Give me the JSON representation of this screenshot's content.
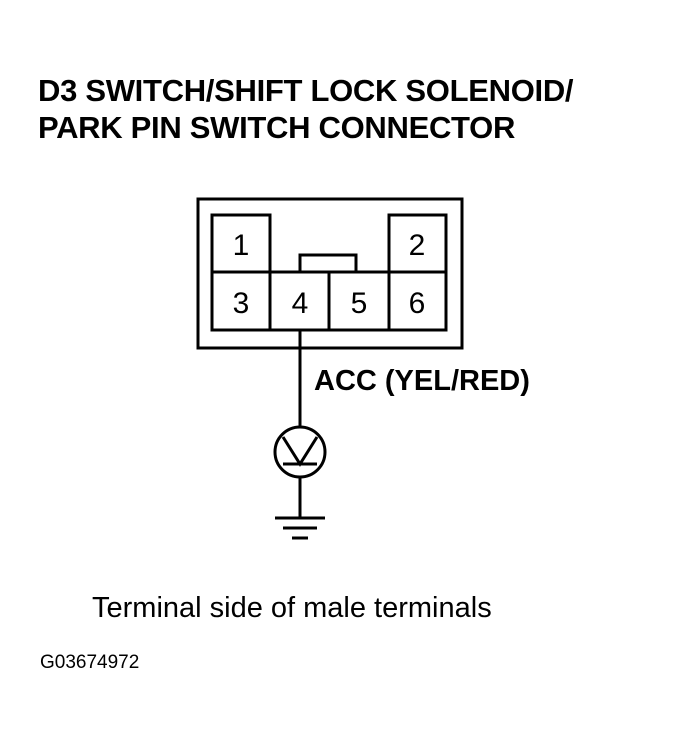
{
  "title": {
    "line1": "D3 SWITCH/SHIFT LOCK SOLENOID/",
    "line2": "PARK PIN SWITCH CONNECTOR"
  },
  "connector": {
    "pins": [
      {
        "id": "1",
        "label": "1"
      },
      {
        "id": "2",
        "label": "2"
      },
      {
        "id": "3",
        "label": "3"
      },
      {
        "id": "4",
        "label": "4"
      },
      {
        "id": "5",
        "label": "5"
      },
      {
        "id": "6",
        "label": "6"
      }
    ],
    "wire_label": "ACC (YEL/RED)",
    "measured_pin": "4"
  },
  "meter_icon": "voltmeter-icon",
  "ground_icon": "ground-icon",
  "caption": "Terminal side of male terminals",
  "figure_id": "G03674972"
}
